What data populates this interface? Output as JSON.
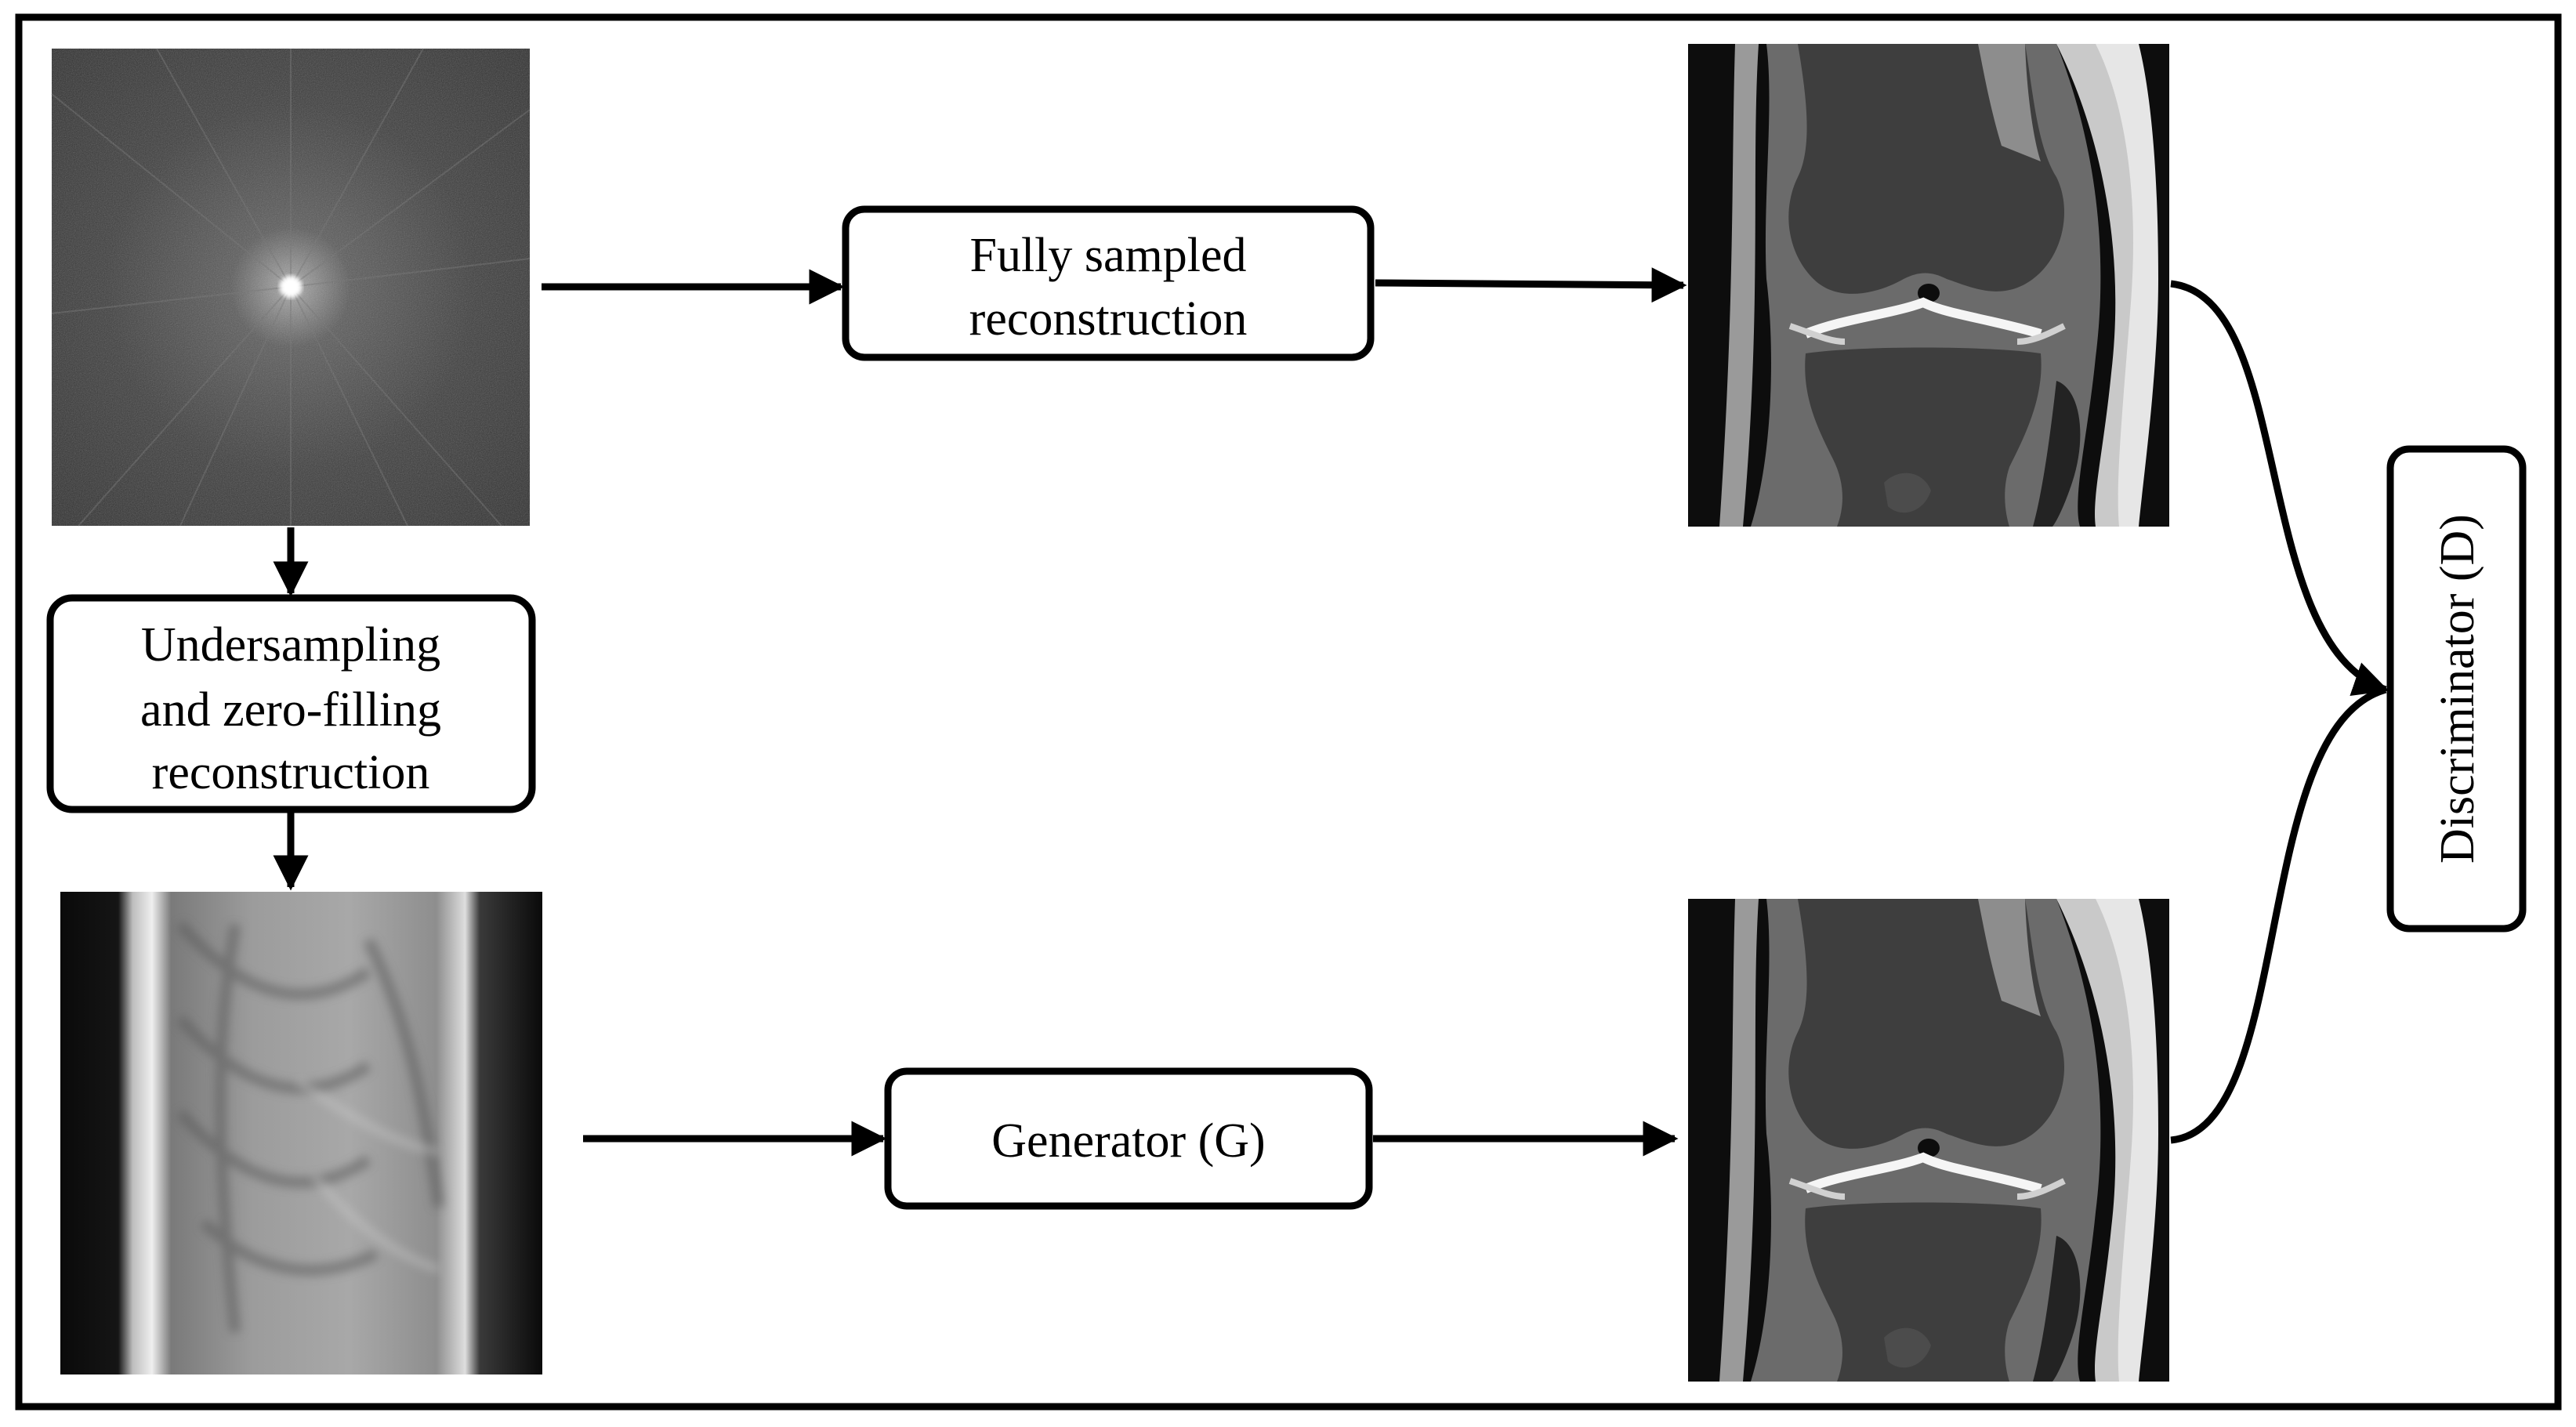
{
  "nodes": {
    "full_recon": {
      "line1": "Fully sampled",
      "line2": "reconstruction"
    },
    "undersampling": {
      "line1": "Undersampling",
      "line2": "and zero-filling",
      "line3": "reconstruction"
    },
    "generator": {
      "label": "Generator (G)"
    },
    "discriminator": {
      "label": "Discriminator (D)"
    }
  },
  "images": {
    "kspace": "k-space-image",
    "zero_filled": "zero-filled-image",
    "full_mri": "fully-sampled-mri",
    "generated_mri": "generated-mri"
  }
}
